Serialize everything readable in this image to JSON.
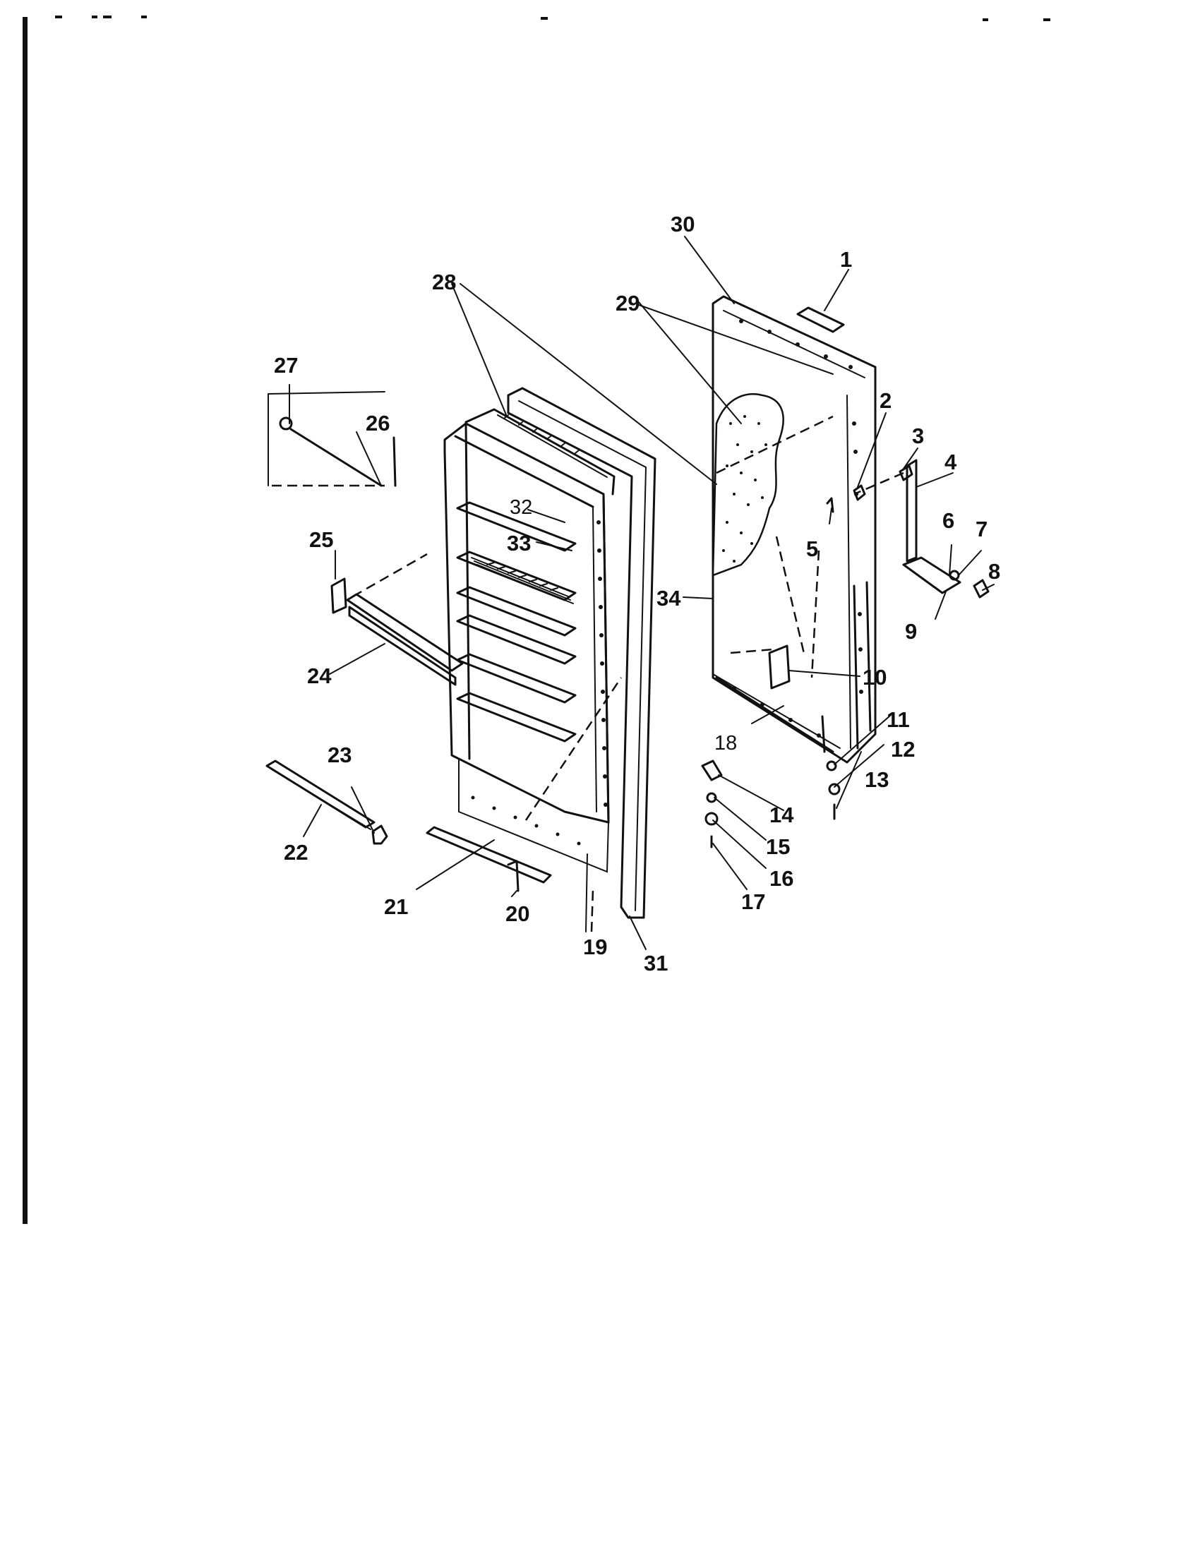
{
  "diagram": {
    "callouts": [
      "1",
      "2",
      "3",
      "4",
      "5",
      "6",
      "7",
      "8",
      "9",
      "10",
      "11",
      "12",
      "13",
      "14",
      "15",
      "16",
      "17",
      "18",
      "19",
      "20",
      "21",
      "22",
      "23",
      "24",
      "25",
      "26",
      "27",
      "28",
      "29",
      "30",
      "31",
      "32",
      "33",
      "34"
    ]
  },
  "footer": {
    "left_line1": "",
    "left_line2": "",
    "right_line1": "",
    "right_line2": ""
  }
}
